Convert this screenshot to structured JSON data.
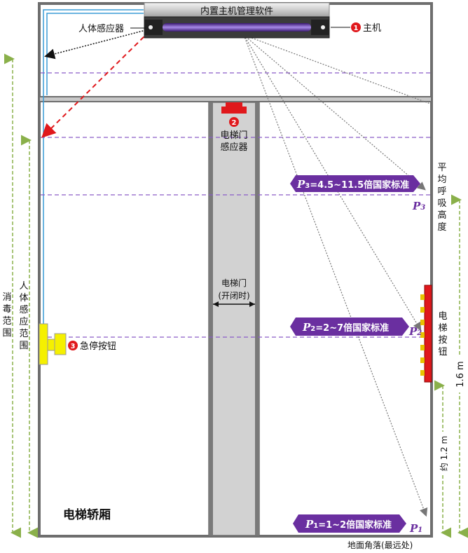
{
  "host_software": "内置主机管理软件",
  "labels": {
    "host_num": "1",
    "host": "主机",
    "body_sensor": "人体感应器",
    "door_sensor_num": "2",
    "door_sensor_line1": "电梯门",
    "door_sensor_line2": "感应器",
    "door_line1": "电梯门",
    "door_line2": "(开闭时)",
    "estop_num": "3",
    "estop": "急停按钮",
    "elevator_buttons": [
      "电",
      "梯",
      "按",
      "钮"
    ],
    "breathing_height": [
      "平",
      "均",
      "呼",
      "吸",
      "高",
      "度"
    ],
    "disinfect_range": [
      "消",
      "毒",
      "范",
      "围"
    ],
    "sensor_range": [
      "人",
      "体",
      "感",
      "应",
      "范",
      "围"
    ],
    "height_total": "1.6 m",
    "height_approx": "约 1.2 m",
    "car": "电梯轿厢",
    "floor_corner": "地面角落(最远处)"
  },
  "levels": {
    "p3": {
      "sym": "P",
      "sub": "3",
      "text": "=4.5~11.5倍国家标准"
    },
    "p2": {
      "sym": "P",
      "sub": "2",
      "text": "=2~7倍国家标准"
    },
    "p1": {
      "sym": "P",
      "sub": "1",
      "text": "=1~2倍国家标准"
    }
  },
  "colors": {
    "purple": "#6a2fa0",
    "red": "#e0181c",
    "yellow": "#f5f000",
    "door_grey": "#d2d2d2",
    "green_arrow": "#8ab04a"
  }
}
